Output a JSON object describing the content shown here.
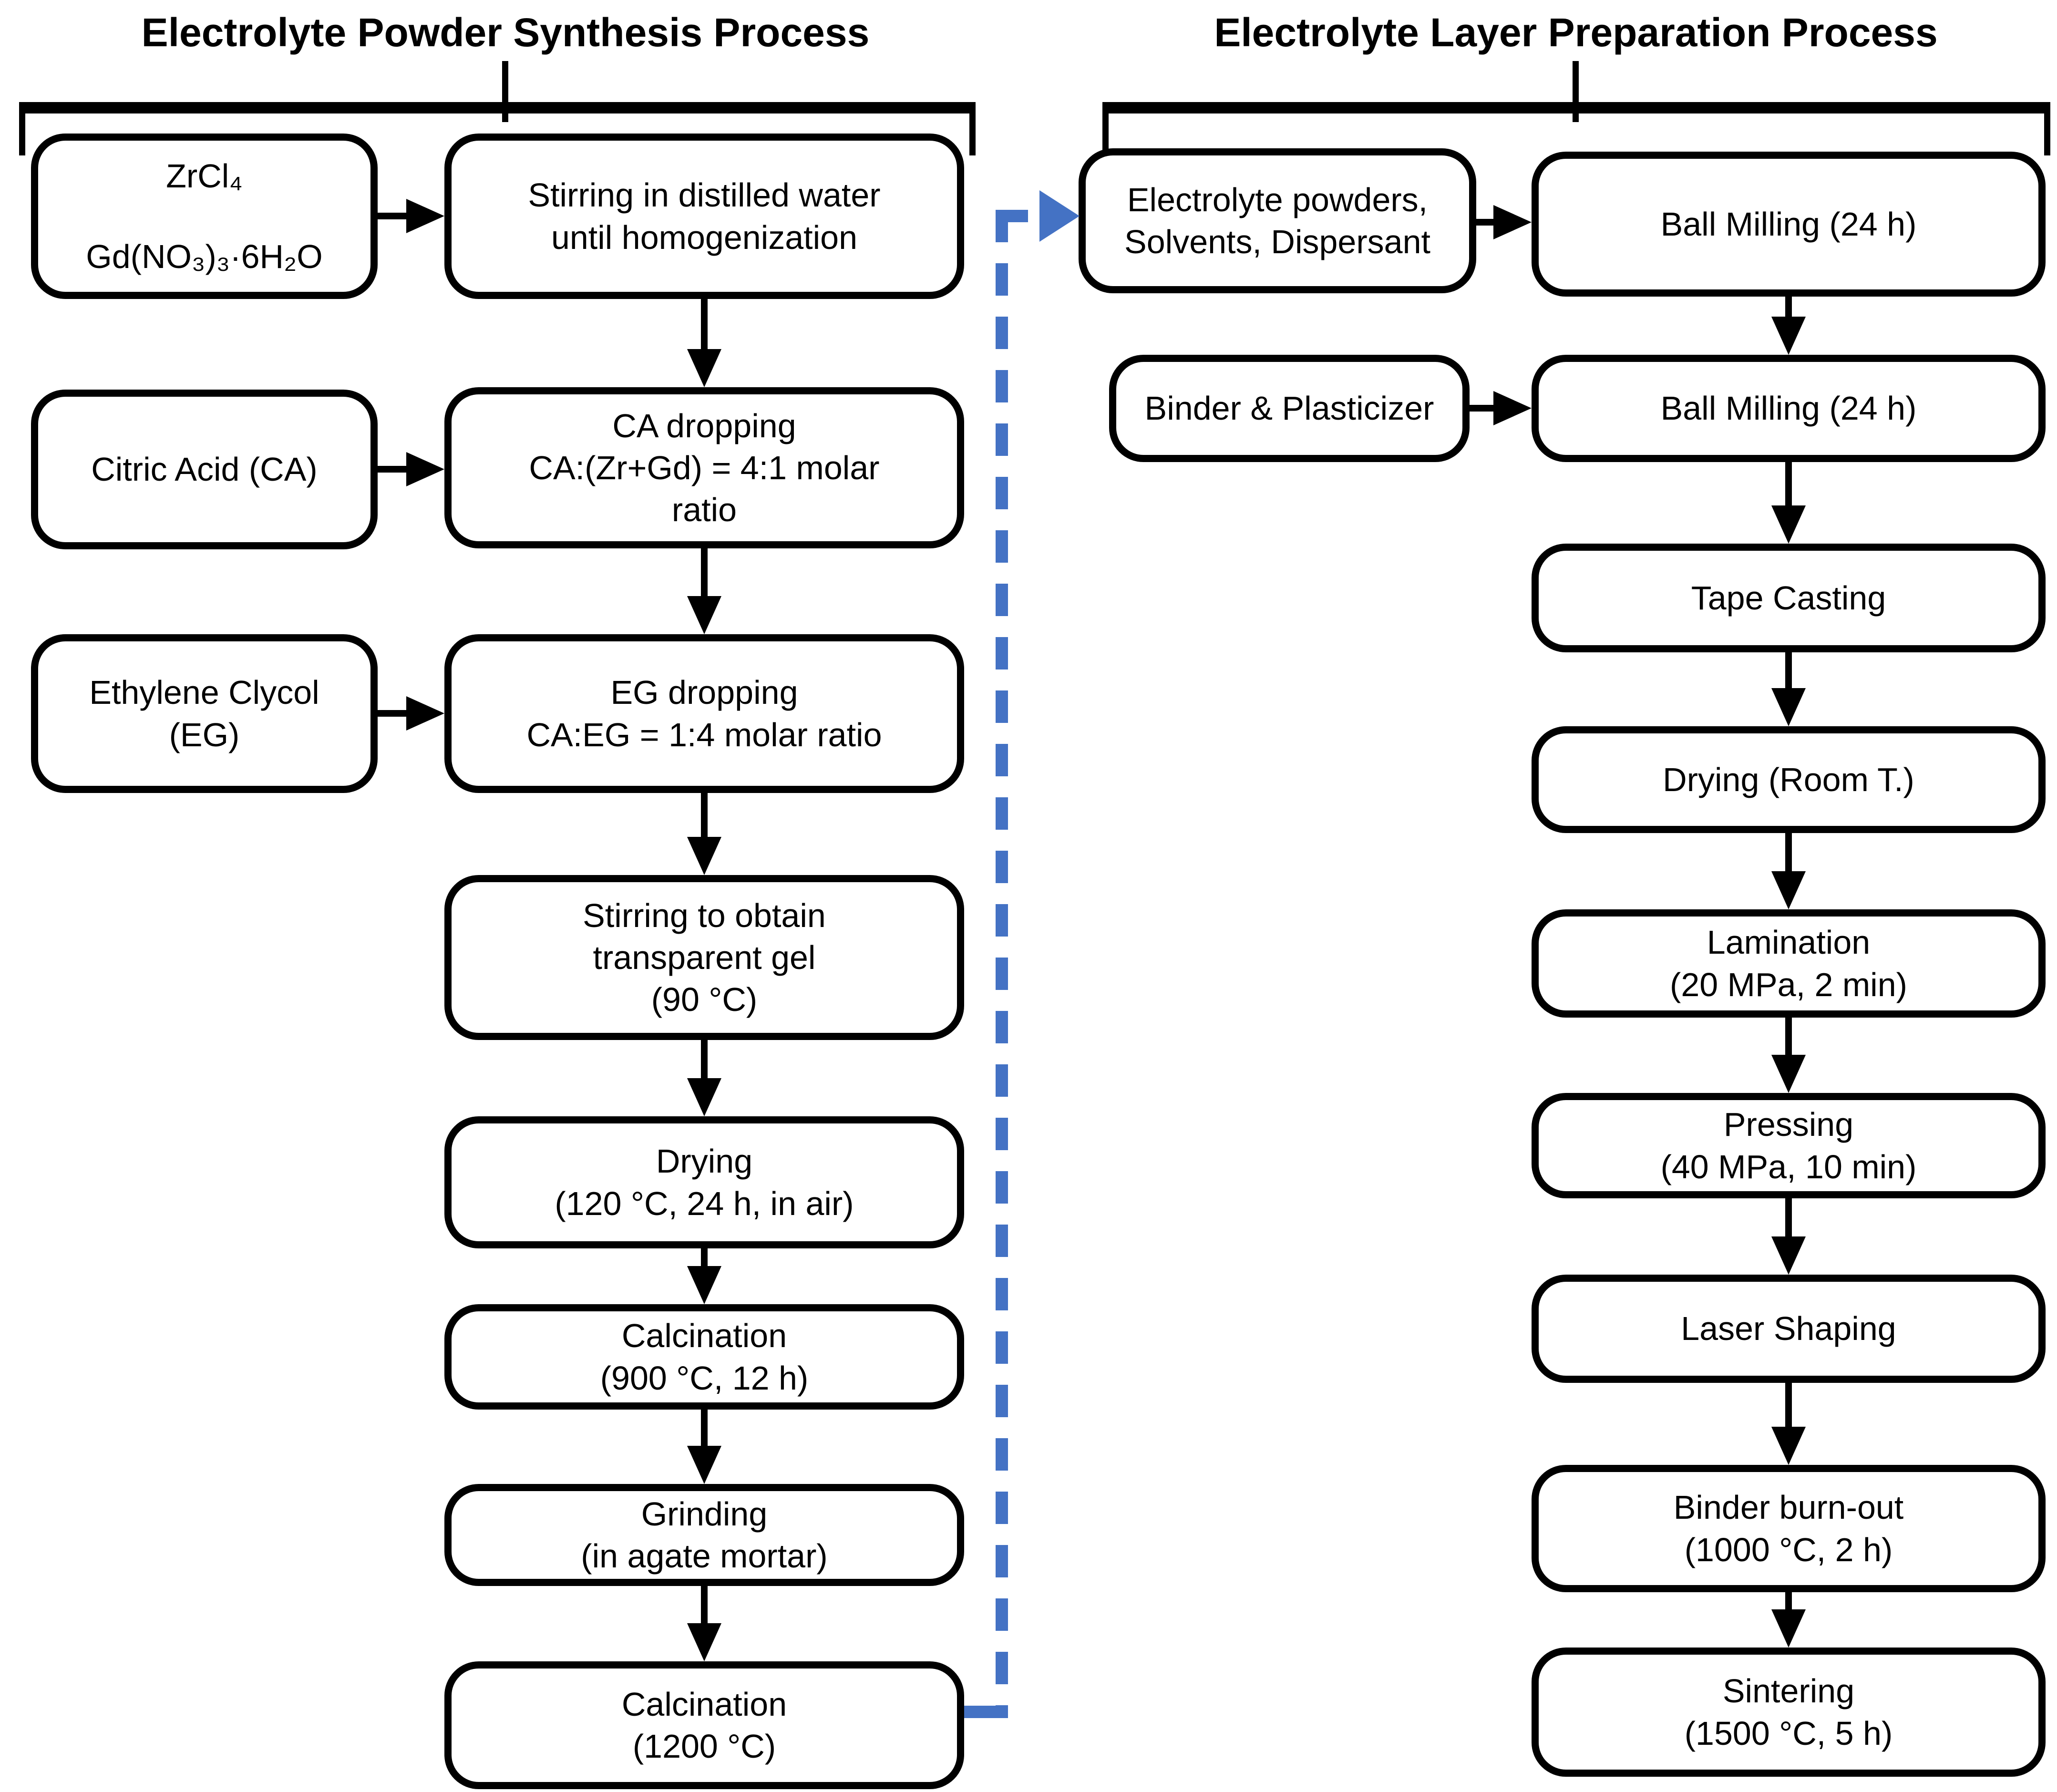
{
  "colors": {
    "background": "#ffffff",
    "box_border": "#000000",
    "text": "#000000",
    "connector_blue": "#4472C4"
  },
  "sections": [
    {
      "id": "left",
      "title": "Electrolyte Powder Synthesis Process"
    },
    {
      "id": "right",
      "title": "Electrolyte Layer Preparation Process"
    }
  ],
  "nodes": [
    {
      "id": "zrcl4",
      "section": "left",
      "role": "input",
      "lines": [
        "ZrCl₄",
        "Gd(NO₃)₃·6H₂O"
      ]
    },
    {
      "id": "stirring-water",
      "section": "left",
      "role": "process",
      "lines": [
        "Stirring in distilled water",
        "until homogenization"
      ]
    },
    {
      "id": "citric-acid",
      "section": "left",
      "role": "input",
      "lines": [
        "Citric Acid (CA)"
      ]
    },
    {
      "id": "ca-dropping",
      "section": "left",
      "role": "process",
      "lines": [
        "CA dropping",
        "CA:(Zr+Gd) = 4:1 molar",
        "ratio"
      ]
    },
    {
      "id": "ethylene-glycol",
      "section": "left",
      "role": "input",
      "lines": [
        "Ethylene Clycol",
        "(EG)"
      ]
    },
    {
      "id": "eg-dropping",
      "section": "left",
      "role": "process",
      "lines": [
        "EG dropping",
        "CA:EG = 1:4 molar ratio"
      ]
    },
    {
      "id": "stirring-gel",
      "section": "left",
      "role": "process",
      "lines": [
        "Stirring to obtain",
        "transparent gel",
        "(90 °C)"
      ]
    },
    {
      "id": "drying-air",
      "section": "left",
      "role": "process",
      "lines": [
        "Drying",
        "(120 °C, 24 h, in air)"
      ]
    },
    {
      "id": "calcination-900",
      "section": "left",
      "role": "process",
      "lines": [
        "Calcination",
        "(900 °C, 12 h)"
      ]
    },
    {
      "id": "grinding",
      "section": "left",
      "role": "process",
      "lines": [
        "Grinding",
        "(in agate mortar)"
      ]
    },
    {
      "id": "calcination-1200",
      "section": "left",
      "role": "process",
      "lines": [
        "Calcination",
        "(1200 °C)"
      ]
    },
    {
      "id": "electrolyte-powders",
      "section": "right",
      "role": "input",
      "lines": [
        "Electrolyte powders,",
        "Solvents, Dispersant"
      ]
    },
    {
      "id": "ball-milling-1",
      "section": "right",
      "role": "process",
      "lines": [
        "Ball Milling (24 h)"
      ]
    },
    {
      "id": "binder-plasticizer",
      "section": "right",
      "role": "input",
      "lines": [
        "Binder & Plasticizer"
      ]
    },
    {
      "id": "ball-milling-2",
      "section": "right",
      "role": "process",
      "lines": [
        "Ball Milling (24 h)"
      ]
    },
    {
      "id": "tape-casting",
      "section": "right",
      "role": "process",
      "lines": [
        "Tape Casting"
      ]
    },
    {
      "id": "drying-room",
      "section": "right",
      "role": "process",
      "lines": [
        "Drying (Room T.)"
      ]
    },
    {
      "id": "lamination",
      "section": "right",
      "role": "process",
      "lines": [
        "Lamination",
        "(20 MPa, 2 min)"
      ]
    },
    {
      "id": "pressing",
      "section": "right",
      "role": "process",
      "lines": [
        "Pressing",
        "(40 MPa, 10 min)"
      ]
    },
    {
      "id": "laser-shaping",
      "section": "right",
      "role": "process",
      "lines": [
        "Laser Shaping"
      ]
    },
    {
      "id": "binder-burnout",
      "section": "right",
      "role": "process",
      "lines": [
        "Binder burn-out",
        "(1000 °C, 2 h)"
      ]
    },
    {
      "id": "sintering",
      "section": "right",
      "role": "process",
      "lines": [
        "Sintering",
        "(1500 °C, 5 h)"
      ]
    }
  ],
  "connections": [
    {
      "from": "zrcl4",
      "to": "stirring-water",
      "style": "solid"
    },
    {
      "from": "stirring-water",
      "to": "ca-dropping",
      "style": "solid"
    },
    {
      "from": "citric-acid",
      "to": "ca-dropping",
      "style": "solid"
    },
    {
      "from": "ca-dropping",
      "to": "eg-dropping",
      "style": "solid"
    },
    {
      "from": "ethylene-glycol",
      "to": "eg-dropping",
      "style": "solid"
    },
    {
      "from": "eg-dropping",
      "to": "stirring-gel",
      "style": "solid"
    },
    {
      "from": "stirring-gel",
      "to": "drying-air",
      "style": "solid"
    },
    {
      "from": "drying-air",
      "to": "calcination-900",
      "style": "solid"
    },
    {
      "from": "calcination-900",
      "to": "grinding",
      "style": "solid"
    },
    {
      "from": "grinding",
      "to": "calcination-1200",
      "style": "solid"
    },
    {
      "from": "calcination-1200",
      "to": "electrolyte-powders",
      "style": "dashed-blue"
    },
    {
      "from": "electrolyte-powders",
      "to": "ball-milling-1",
      "style": "solid"
    },
    {
      "from": "ball-milling-1",
      "to": "ball-milling-2",
      "style": "solid"
    },
    {
      "from": "binder-plasticizer",
      "to": "ball-milling-2",
      "style": "solid"
    },
    {
      "from": "ball-milling-2",
      "to": "tape-casting",
      "style": "solid"
    },
    {
      "from": "tape-casting",
      "to": "drying-room",
      "style": "solid"
    },
    {
      "from": "drying-room",
      "to": "lamination",
      "style": "solid"
    },
    {
      "from": "lamination",
      "to": "pressing",
      "style": "solid"
    },
    {
      "from": "pressing",
      "to": "laser-shaping",
      "style": "solid"
    },
    {
      "from": "laser-shaping",
      "to": "binder-burnout",
      "style": "solid"
    },
    {
      "from": "binder-burnout",
      "to": "sintering",
      "style": "solid"
    }
  ]
}
